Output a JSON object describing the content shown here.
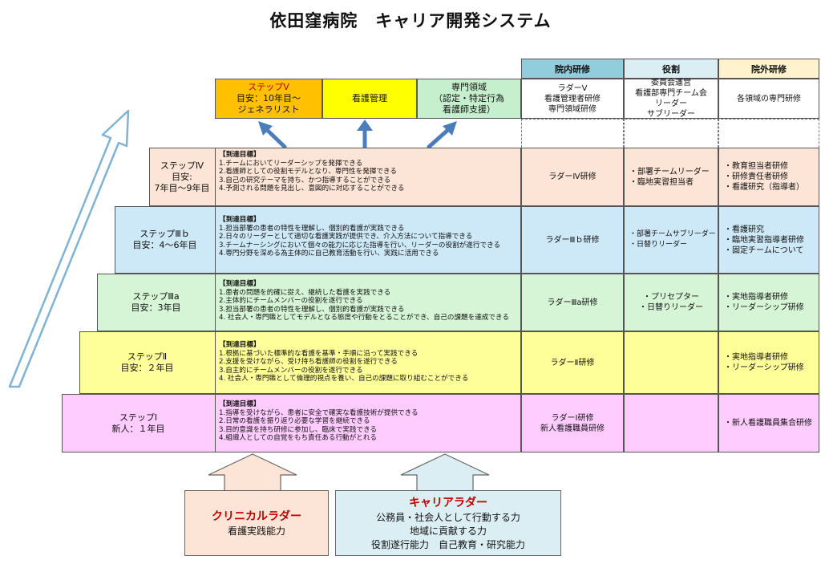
{
  "title": "依田窪病院　キャリア開発システム",
  "headers": {
    "in_hospital": "院内研修",
    "role": "役割",
    "outside": "院外研修"
  },
  "top_boxes": {
    "step5": [
      "ステップⅤ",
      "目安：10年目～",
      "ジェネラリスト"
    ],
    "nursing_mgmt": [
      "看護管理"
    ],
    "specialty": [
      "専門領域",
      "（認定・特定行為",
      "看護師支援）"
    ]
  },
  "top_row": {
    "in_hospital": [
      "ラダーⅤ",
      "看護管理者研修",
      "専門領域研修"
    ],
    "role": [
      "委員会運営",
      "看護部専門チーム会",
      "リーダー",
      "サブリーダー"
    ],
    "outside": [
      "各領域の専門研修"
    ]
  },
  "steps": [
    {
      "label": [
        "ステップⅣ",
        "目安:",
        "7年目～9年目"
      ],
      "goals": [
        "【到達目標】",
        "1.チームにおいてリーダーシップを発揮できる",
        "2.看護師としての役割モデルとなり、専門性を発揮できる",
        "3.自己の研究テーマを持ち、かつ指導することができる",
        "4.予測される問題を見出し、意図的に対応することができる"
      ],
      "in_hospital": [
        "ラダーⅣ研修"
      ],
      "role": [
        "・部署チームリーダー",
        "・臨地実習担当者"
      ],
      "outside": [
        "・教育担当者研修",
        "・研修責任者研修",
        "・看護研究（指導者）"
      ]
    },
    {
      "label": [
        "ステップⅢｂ",
        "目安：4～6年目"
      ],
      "goals": [
        "【到達目標】",
        "1.担当部署の患者の特性を理解し、個別的看護が実践できる",
        "2.日々のリーダーとして適切な看護実践が提供でき、介入方法について指導できる",
        "3.チームナーシングにおいて個々の能力に応じた指導を行い、リーダーの役割が遂行できる",
        "4.専門分野を深める為主体的に自己教育活動を行い、実践に活用できる"
      ],
      "in_hospital": [
        "ラダーⅢｂ研修"
      ],
      "role": [
        "・部署チームサブリーダー",
        "・日替りリーダー"
      ],
      "outside": [
        "・看護研究",
        "・臨地実習指導者研修",
        "・固定チームについて"
      ]
    },
    {
      "label": [
        "ステップⅢa",
        "目安：3年目"
      ],
      "goals": [
        "【到達目標】",
        "1.患者の問題を的確に捉え、継続した看護を実践できる",
        "2.主体的にチームメンバーの役割を遂行できる",
        "3.担当部署の患者の特性を理解し、個別的看護が実践できる",
        "4. 社会人・専門職としてモデルとなる態度や行動をとることができ、自己の課題を達成できる"
      ],
      "in_hospital": [
        "ラダーⅢa研修"
      ],
      "role": [
        "・プリセプター",
        "・日替りリーダー"
      ],
      "outside": [
        "・実地指導者研修",
        "・リーダーシップ研修"
      ]
    },
    {
      "label": [
        "ステップⅡ",
        "目安：２年目"
      ],
      "goals": [
        "【到達目標】",
        "1.根拠に基づいた標準的な看護を基準・手順に沿って実践できる",
        "2.支援を受けながら、受け持ち看護師の役割を遂行できる",
        "3.自主的にチームメンバーの役割を遂行できる",
        "4. 社会人・専門職として倫理的視点を養い、自己の課題に取り組むことができる"
      ],
      "in_hospital": [
        "ラダーⅡ研修"
      ],
      "role": [],
      "outside": [
        "・実地指導者研修",
        "・リーダーシップ研修"
      ]
    },
    {
      "label": [
        "ステップⅠ",
        "新人：１年目"
      ],
      "goals": [
        "【到達目標】",
        "1.指導を受けながら、患者に安全で確実な看護技術が提供できる",
        "2.日常の看護を振り返り必要な学習を継続できる",
        "3.目的意識を持ち研修に参加し、臨床で実践できる",
        "4.組織人としての自覚をもち責任ある行動がとれる"
      ],
      "in_hospital": [
        "ラダーⅠ研修",
        "新人看護職員研修"
      ],
      "role": [],
      "outside": [
        "・新人看護職員集合研修"
      ]
    }
  ],
  "clinical_ladder": {
    "title": "クリニカルラダー",
    "lines": [
      "看護実践能力"
    ]
  },
  "career_ladder": {
    "title": "キャリアラダー",
    "lines": [
      "公務員・社会人として行動する力",
      "地域に貢献する力",
      "役割遂行能力　自己教育・研究能力"
    ]
  },
  "colors": {
    "step5": "#FFC000",
    "nursing_mgmt": "#FFFF00",
    "specialty": "#C6EFCE",
    "step4": "#FCE4D6",
    "step3b": "#CDE8F6",
    "step3a": "#D6F5D6",
    "step2": "#FFFF99",
    "step1": "#FFCCFF",
    "hdr_in": "#92CDDC",
    "hdr_role": "#DAEEF3",
    "hdr_out": "#FFF2CC",
    "arrow_blue": "#4A7EBB",
    "clinical_box": "#FCE4D6",
    "career_box": "#DAEEF3",
    "title_red": "#C00000"
  }
}
